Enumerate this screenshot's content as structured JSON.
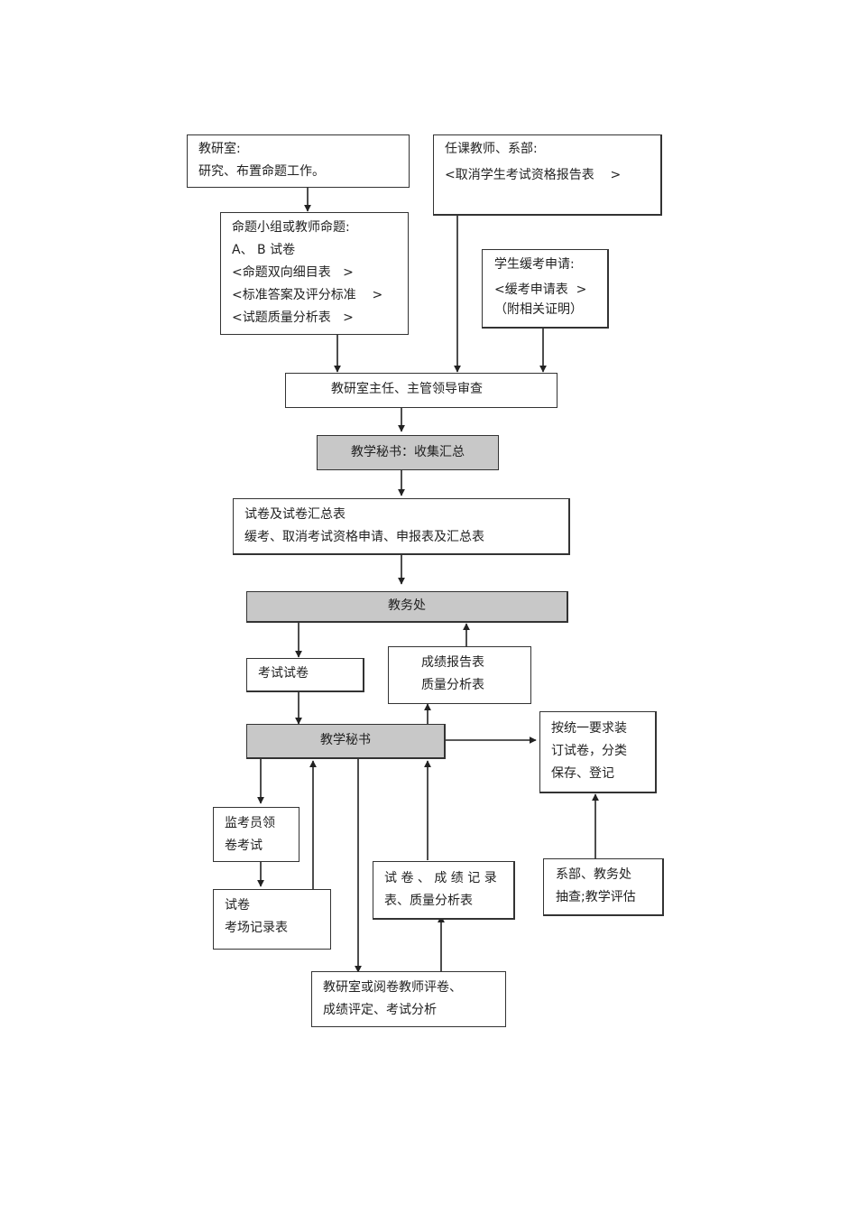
{
  "nodes": {
    "jys1": {
      "lines": [
        "教研室:",
        "研究、布置命题工作。"
      ]
    },
    "rkjs": {
      "lines": [
        "任课教师、系部:",
        "<取消学生考试资格报告表    >"
      ]
    },
    "mtxz": {
      "lines": [
        "命题小组或教师命题:",
        "A、 B 试卷",
        "<命题双向细目表   >",
        "<标准答案及评分标准    >",
        "<试题质量分析表   >"
      ]
    },
    "xshk": {
      "lines": [
        "学生缓考申请:",
        "<缓考申请表  >",
        "（附相关证明）"
      ]
    },
    "shencha": {
      "label": "教研室主任、主管领导审查"
    },
    "mishu1": {
      "label": "教学秘书：收集汇总"
    },
    "huizong": {
      "lines": [
        "试卷及试卷汇总表",
        "缓考、取消考试资格申请、申报表及汇总表"
      ]
    },
    "jwc": {
      "label": "教务处"
    },
    "kssj": {
      "label": "考试试卷"
    },
    "cjbg": {
      "lines": [
        "成绩报告表",
        "质量分析表"
      ]
    },
    "mishu2": {
      "label": "教学秘书"
    },
    "zhuangding": {
      "lines": [
        "按统一要求装",
        "订试卷，分类",
        "保存、登记"
      ]
    },
    "jky": {
      "lines": [
        "监考员领",
        "卷考试"
      ]
    },
    "kcjl": {
      "lines": [
        "试卷",
        "考场记录表"
      ]
    },
    "cjjl": {
      "lines": [
        "试 卷 、 成 绩 记 录",
        "表、质量分析表"
      ]
    },
    "xbjwc": {
      "lines": [
        "系部、教务处",
        "抽查;教学评估"
      ]
    },
    "pingjuan": {
      "lines": [
        "教研室或阅卷教师评卷、",
        "成绩评定、考试分析"
      ]
    }
  }
}
